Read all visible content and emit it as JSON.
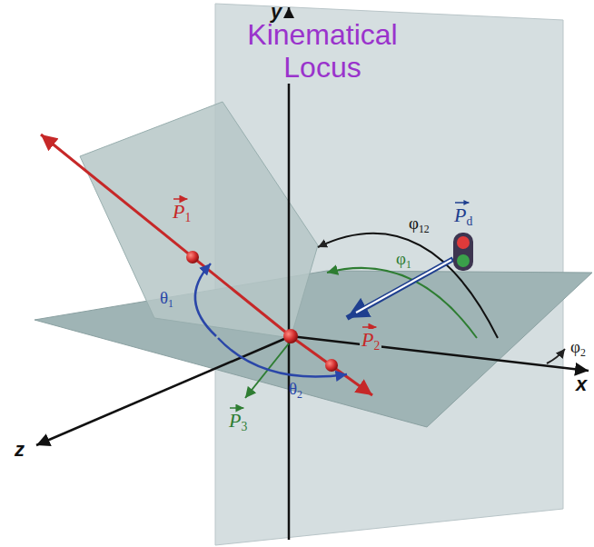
{
  "diagram": {
    "title": "Kinematical Locus",
    "labels": [
      "y",
      "P1",
      "φ12",
      "φ1",
      "Pd",
      "θ1",
      "P2",
      "φ2",
      "x",
      "θ2",
      "z",
      "P3"
    ]
  }
}
